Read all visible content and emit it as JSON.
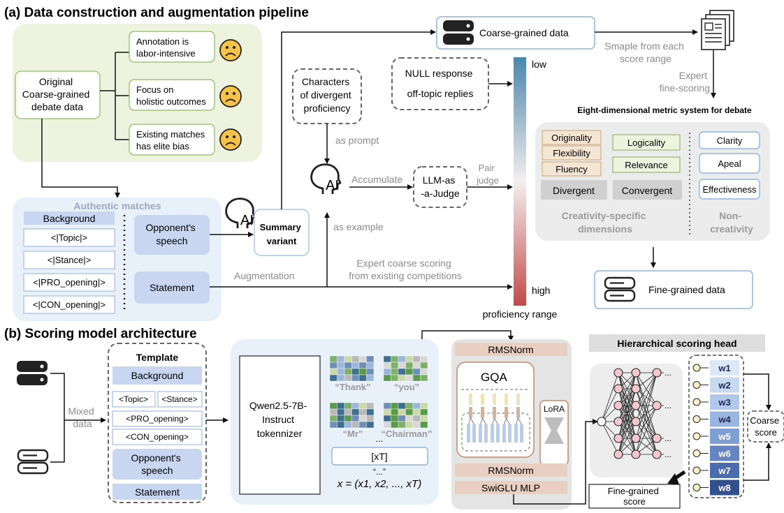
{
  "section_a": {
    "title": "(a) Data construction and augmentation pipeline",
    "original_data": [
      "Original",
      "Coarse-grained",
      "debate data"
    ],
    "problems": [
      [
        "Annotation is",
        "labor-intensive"
      ],
      [
        "Focus on",
        "holistic outcomes"
      ],
      [
        "Existing matches",
        "has elite bias"
      ]
    ],
    "authentic_matches": {
      "title": "Authentic matches",
      "background": "Background",
      "fields": [
        "<|Topic|>",
        "<|Stance|>",
        "<|PRO_opening|>",
        "<|CON_opening|>"
      ],
      "opponent_speech": [
        "Opponent's",
        "speech"
      ],
      "statement": "Statement"
    },
    "summary_variant": [
      "Summary",
      "variant"
    ],
    "augmentation": "Augmentation",
    "characters": [
      "Characters",
      "of divergent",
      "proficiency"
    ],
    "as_prompt": "as prompt",
    "as_example": "as example",
    "accumulate": "Accumulate",
    "ai_label": "AI",
    "llm_judge": [
      "LLM-as",
      "-a-Judge"
    ],
    "pair_judge": [
      "Pair",
      "judge"
    ],
    "null_response": [
      "NULL response",
      "off-topic replies"
    ],
    "expert_coarse": [
      "Expert coarse scoring",
      "from existing competitions"
    ],
    "low": "low",
    "high": "high",
    "proficiency_range": "proficiency range",
    "coarse_data": "Coarse-grained data",
    "sample_text": [
      "Smaple from each",
      "score range"
    ],
    "expert_fine": [
      "Expert",
      "fine-scoring"
    ],
    "metric_title": "Eight-dimensional metric system for debate",
    "divergent_items": [
      "Originality",
      "Flexibility",
      "Fluency"
    ],
    "divergent_label": "Divergent",
    "convergent_items": [
      "Logicality",
      "Relevance"
    ],
    "convergent_label": "Convergent",
    "noncreative_items": [
      "Clarity",
      "Apeal",
      "Effectiveness"
    ],
    "creativity_dims": [
      "Creativity-specific",
      "dimensions"
    ],
    "non_creativity": [
      "Non-",
      "creativity"
    ],
    "fine_data": "Fine-grained data"
  },
  "section_b": {
    "title": "(b) Scoring model architecture",
    "mixed_data": [
      "Mixed",
      "data"
    ],
    "template": {
      "title": "Template",
      "background": "Background",
      "topic": "<Topic>",
      "stance": "<Stance>",
      "pro": "<PRO_opening>",
      "con": "<CON_opening>",
      "opponent": [
        "Opponent's",
        "speech"
      ],
      "statement": "Statement"
    },
    "tokenizer": [
      "Qwen2.5-7B-",
      "Instruct",
      "tokennizer"
    ],
    "tokens": [
      "“Thank”",
      "“you”",
      "“Mr”",
      "“Chairman”"
    ],
    "ellipsis": "...",
    "xt": "[xT]",
    "dots_quote": "“...”",
    "sequence": "x = (x1, x2, ..., xT)",
    "rmsnorm_top": "RMSNorm",
    "gqa": "GQA",
    "lora": "LoRA",
    "rmsnorm_bottom": "RMSNorm",
    "swiglu": "SwiGLU MLP",
    "hier_head": "Hierarchical scoring head",
    "weights": [
      "w1",
      "w2",
      "w3",
      "w4",
      "w5",
      "w6",
      "w7",
      "w8"
    ],
    "coarse_score": [
      "Coarse",
      "score"
    ],
    "fine_score": [
      "Fine-grained",
      "score"
    ]
  },
  "colors": {
    "green_panel": "#eef3e0",
    "blue_panel": "#e8f0fa",
    "gray_panel": "#ececec",
    "pill_blue": "#c8d6f2",
    "tan_pill": "#f5e6d3",
    "green_pill": "#eef3df",
    "neuron_pink": "#f4c6cf",
    "gradient_top": "#4a86ad",
    "gradient_bottom": "#c24a48"
  }
}
